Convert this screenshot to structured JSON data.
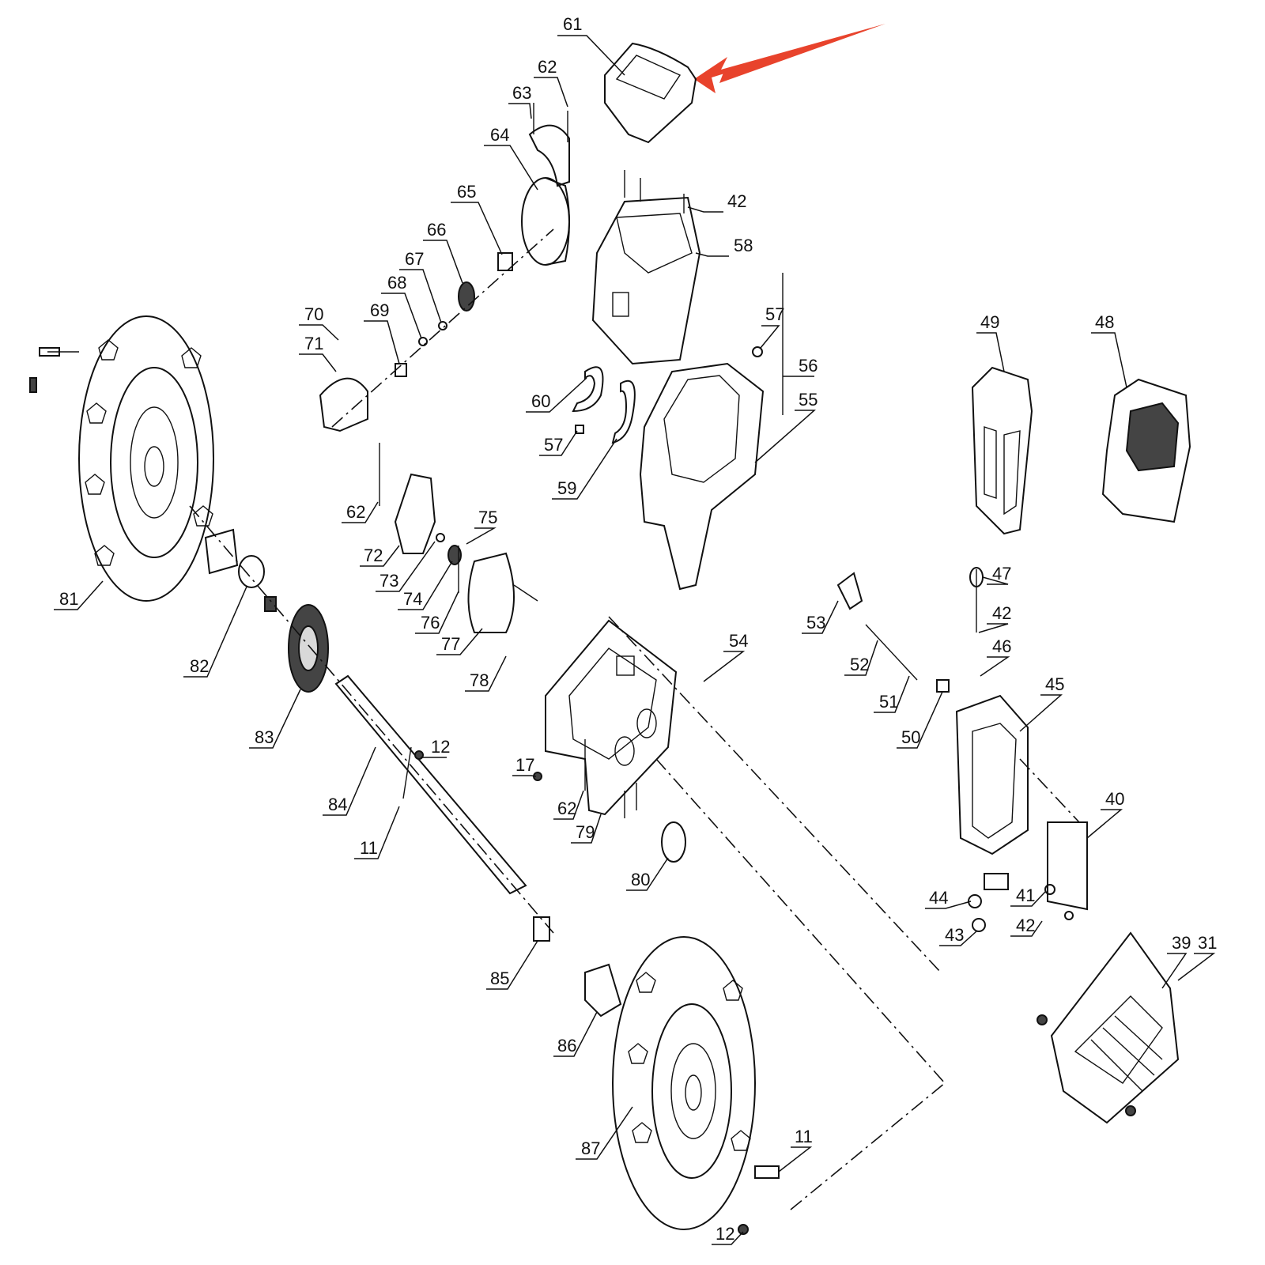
{
  "callouts": {
    "c61": "61",
    "c62a": "62",
    "c63": "63",
    "c64": "64",
    "c65": "65",
    "c66": "66",
    "c67": "67",
    "c68": "68",
    "c69": "69",
    "c70": "70",
    "c71": "71",
    "c42a": "42",
    "c58": "58",
    "c57a": "57",
    "c56": "56",
    "c55": "55",
    "c60": "60",
    "c57b": "57",
    "c59": "59",
    "c49": "49",
    "c48": "48",
    "c62b": "62",
    "c72": "72",
    "c73": "73",
    "c74": "74",
    "c75": "75",
    "c76": "76",
    "c77": "77",
    "c78": "78",
    "c81": "81",
    "c82": "82",
    "c83": "83",
    "c84": "84",
    "c12a": "12",
    "c11a": "11",
    "c17": "17",
    "c62c": "62",
    "c79": "79",
    "c80": "80",
    "c54": "54",
    "c53": "53",
    "c52": "52",
    "c51": "51",
    "c50": "50",
    "c47": "47",
    "c42b": "42",
    "c46": "46",
    "c45": "45",
    "c40": "40",
    "c44": "44",
    "c43": "43",
    "c41": "41",
    "c42c": "42",
    "c39": "39",
    "c31": "31",
    "c85": "85",
    "c86": "86",
    "c87": "87",
    "c11b": "11",
    "c12b": "12"
  },
  "colors": {
    "arrow": "#e8432c",
    "ink": "#111111"
  }
}
